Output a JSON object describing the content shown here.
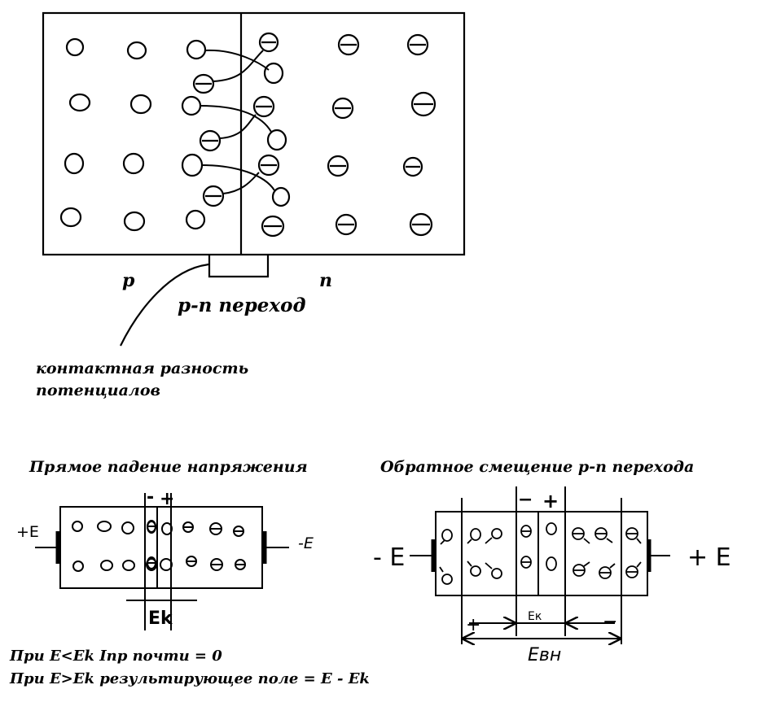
{
  "top": {
    "p_label": "p",
    "n_label": "n",
    "junction_label": "p-n переход",
    "contact_label_line1": "контактная разность",
    "contact_label_line2": "потенциалов"
  },
  "forward": {
    "title": "Прямое падение напряжения",
    "left_label": "+E",
    "right_label": "-E",
    "minus_sign": "-",
    "plus_sign": "+",
    "ek_label": "Ek",
    "note_line1": "При E<Ek  Iпр почти = 0",
    "note_line2": "При E>Ek  результирующее поле = E - Ek"
  },
  "reverse": {
    "title": "Обратное смещение p-n перехода",
    "left_label": "- E",
    "right_label": "+ E",
    "minus_sign": "−",
    "plus_sign": "+",
    "ek_label": "Eк",
    "arrow_plus": "+",
    "arrow_minus": "−",
    "evn_label": "Eвн"
  }
}
